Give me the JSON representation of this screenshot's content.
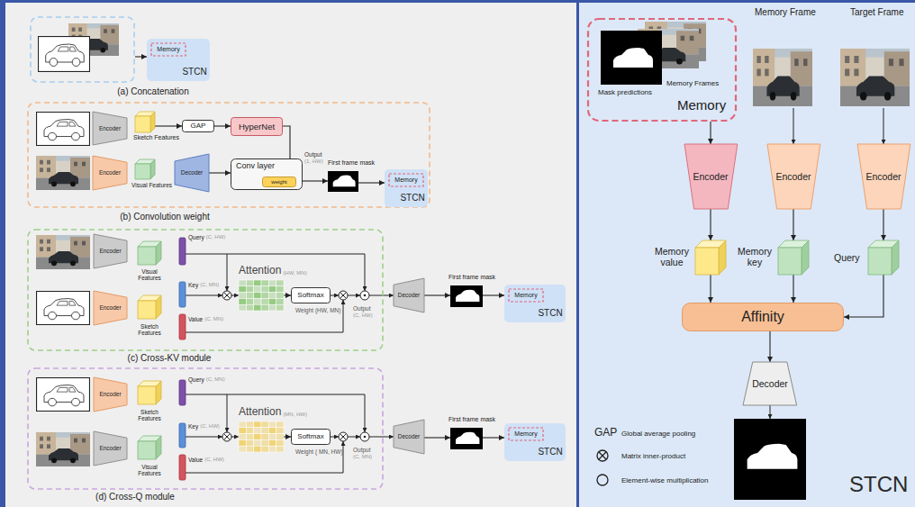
{
  "diagram": {
    "nodes": [
      {
        "text": [
          "(a) Concatenation"
        ]
      },
      {
        "text": [
          "Memory",
          "STCN"
        ]
      },
      {
        "text": [
          "(b) Convolution weight"
        ]
      },
      {
        "text": [
          "Encoder"
        ],
        "in": 2
      },
      {
        "text": [
          "Sketch Features"
        ],
        "in": 2
      },
      {
        "text": [
          "GAP"
        ],
        "in": 2
      },
      {
        "text": [
          "HyperNet"
        ],
        "in": 2
      },
      {
        "text": [
          "Encoder"
        ],
        "in": 2
      },
      {
        "text": [
          "Visual Features"
        ],
        "in": 2
      },
      {
        "text": [
          "Decoder"
        ],
        "in": 2
      },
      {
        "text": [
          "Conv layer"
        ],
        "in": 2
      },
      {
        "text": [
          "weight"
        ],
        "in": 10
      },
      {
        "text": [
          "First frame mask"
        ],
        "in": 2
      },
      {
        "text": [
          "Memory",
          "STCN"
        ],
        "in": 2
      },
      {
        "text": [
          "(c) Cross-KV module"
        ]
      },
      {
        "text": [
          "Encoder"
        ],
        "in": 14
      },
      {
        "text": [
          "Visual Features"
        ],
        "in": 14
      },
      {
        "text": [
          "Query",
          "(C, HW)"
        ],
        "in": 14
      },
      {
        "text": [
          "Encoder"
        ],
        "in": 14
      },
      {
        "text": [
          "Sketch Features"
        ],
        "in": 14
      },
      {
        "text": [
          "Key",
          "(C, MN)"
        ],
        "in": 14
      },
      {
        "text": [
          "Value",
          "(C, MN)"
        ],
        "in": 14
      },
      {
        "text": [
          "Attention",
          "(HW, MN)"
        ],
        "in": 14
      },
      {
        "text": [
          "Softmax"
        ],
        "in": 14
      },
      {
        "text": [
          "Decoder"
        ]
      },
      {
        "text": [
          "First frame mask"
        ]
      },
      {
        "text": [
          "Memory",
          "STCN"
        ]
      },
      {
        "text": [
          "(d) Cross-Q module"
        ]
      },
      {
        "text": [
          "Encoder"
        ],
        "in": 27
      },
      {
        "text": [
          "Sketch Features"
        ],
        "in": 27
      },
      {
        "text": [
          "Query",
          "(C, MN)"
        ],
        "in": 27
      },
      {
        "text": [
          "Encoder"
        ],
        "in": 27
      },
      {
        "text": [
          "Visual Features"
        ],
        "in": 27
      },
      {
        "text": [
          "Key",
          "(C, HW)"
        ],
        "in": 27
      },
      {
        "text": [
          "Value",
          "(C, HW)"
        ],
        "in": 27
      },
      {
        "text": [
          "Attention",
          "(MN, HW)"
        ],
        "in": 27
      },
      {
        "text": [
          "Softmax"
        ],
        "in": 27
      },
      {
        "text": [
          "Decoder"
        ]
      },
      {
        "text": [
          "First frame mask"
        ]
      },
      {
        "text": [
          "Memory",
          "STCN"
        ]
      },
      {
        "text": [
          "STCN"
        ]
      },
      {
        "text": [
          "Mask predictions",
          "Memory Frames",
          "Memory"
        ],
        "in": 40
      },
      {
        "text": [
          "Encoder"
        ],
        "in": 40
      },
      {
        "text": [
          "Encoder"
        ],
        "in": 40
      },
      {
        "text": [
          "Encoder"
        ],
        "in": 40
      },
      {
        "text": [
          "Memory value"
        ],
        "in": 40
      },
      {
        "text": [
          "Memory key"
        ],
        "in": 40
      },
      {
        "text": [
          "Query"
        ],
        "in": 40
      },
      {
        "text": [
          "Affinity"
        ],
        "in": 40
      },
      {
        "text": [
          "Decoder"
        ],
        "in": 40
      }
    ],
    "edges": [
      {
        "from": 0,
        "to": 1,
        "arrow": "to"
      },
      {
        "from": 4,
        "to": 5,
        "arrow": "to"
      },
      {
        "from": 5,
        "to": 6,
        "arrow": "to"
      },
      {
        "from": 6,
        "to": 11,
        "arrow": "to"
      },
      {
        "from": 9,
        "to": 10,
        "arrow": "to"
      },
      {
        "from": 10,
        "to": 12,
        "arrow": "to"
      },
      {
        "from": 12,
        "to": 13,
        "arrow": "to"
      },
      {
        "from": 22,
        "to": 23,
        "arrow": "to"
      },
      {
        "from": 24,
        "to": 25,
        "arrow": "to"
      },
      {
        "from": 25,
        "to": 26,
        "arrow": "to"
      },
      {
        "from": 35,
        "to": 36,
        "arrow": "to"
      },
      {
        "from": 37,
        "to": 38,
        "arrow": "to"
      },
      {
        "from": 38,
        "to": 39,
        "arrow": "to"
      },
      {
        "from": 41,
        "to": 42,
        "arrow": "to"
      },
      {
        "from": 42,
        "to": 45,
        "arrow": "to"
      },
      {
        "from": 43,
        "to": 46,
        "arrow": "to"
      },
      {
        "from": 44,
        "to": 47,
        "arrow": "to"
      },
      {
        "from": 45,
        "to": 48,
        "arrow": "to"
      },
      {
        "from": 46,
        "to": 48,
        "arrow": "to"
      },
      {
        "from": 47,
        "to": 48,
        "arrow": "to"
      },
      {
        "from": 48,
        "to": 49,
        "arrow": "to"
      }
    ],
    "labels": [
      "Output",
      "(1, HW)",
      "Weight (HW, MN)",
      "Output",
      "(C, HW)",
      "Weight ( MN, HW)",
      "Output",
      "(C, MN)",
      "Memory Frame",
      "Target Frame",
      "GAP"
    ],
    "legend": [
      {
        "text": "Global average pooling"
      },
      {
        "text": "Matrix inner-product"
      },
      {
        "text": "Element-wise multiplication"
      }
    ]
  }
}
